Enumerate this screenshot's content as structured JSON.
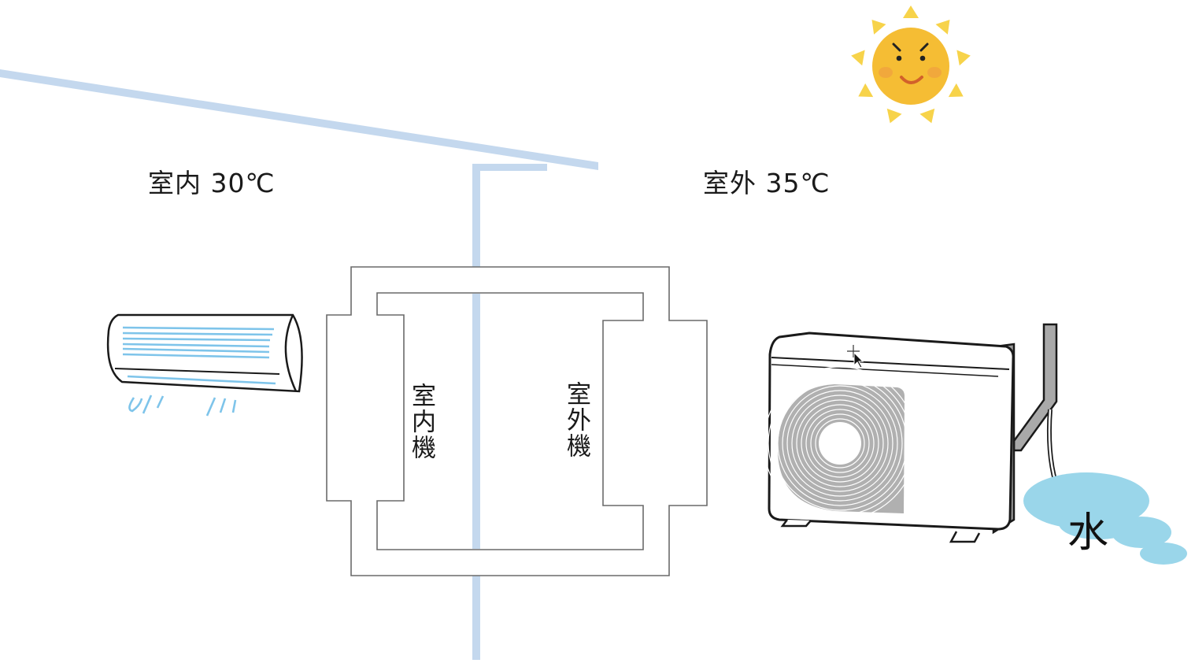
{
  "diagram": {
    "indoor_label": "室内 30℃",
    "outdoor_label": "室外 35℃",
    "indoor_unit_label": "室内機",
    "outdoor_unit_label": "室外機",
    "water_label": "水"
  },
  "colors": {
    "wall": "#c4d8ee",
    "pipe_stroke": "#6a6a6a",
    "sun": "#f6c13a",
    "sun_rays": "#f7d34a",
    "ac_vents": "#7ec4ea",
    "water": "#9ad6ea",
    "fan_grille": "#b0b0b0"
  },
  "icons": {
    "sun": "sun-icon",
    "indoor_ac": "indoor-air-conditioner-icon",
    "outdoor_ac": "outdoor-unit-icon",
    "cursor": "move-cursor-icon"
  }
}
